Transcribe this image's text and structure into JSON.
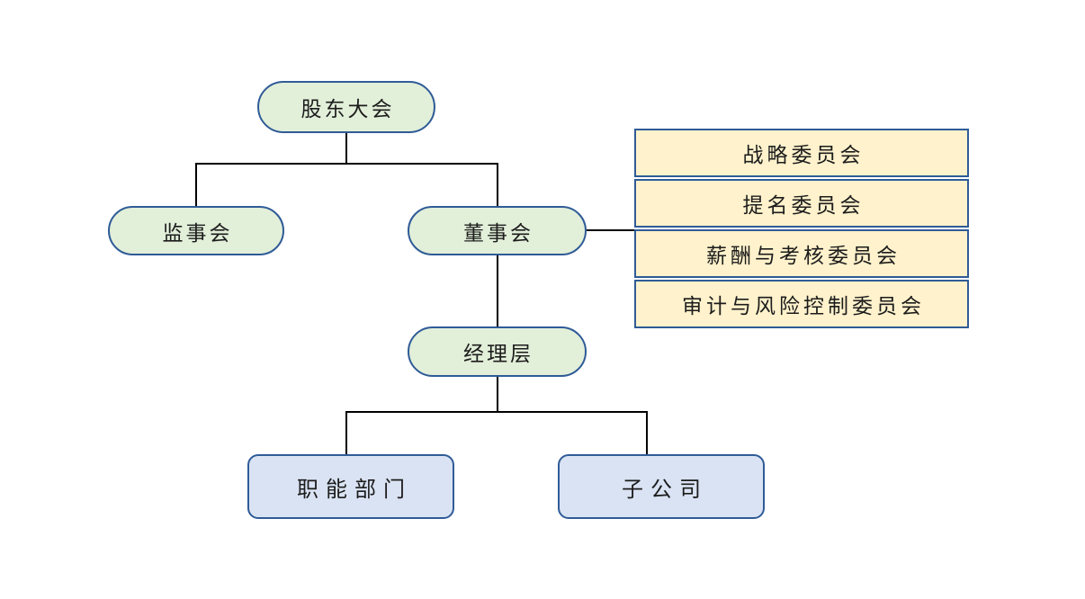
{
  "diagram": {
    "type": "org-chart",
    "nodes": {
      "shareholders_meeting": {
        "label": "股东大会",
        "shape": "pill",
        "fill": "#e2efd9"
      },
      "supervisory_board": {
        "label": "监事会",
        "shape": "pill",
        "fill": "#e2efd9"
      },
      "board_of_directors": {
        "label": "董事会",
        "shape": "pill",
        "fill": "#e2efd9"
      },
      "management_team": {
        "label": "经理层",
        "shape": "pill",
        "fill": "#e2efd9"
      },
      "functional_departments": {
        "label": "职能部门",
        "shape": "rounded-rect",
        "fill": "#dae3f3"
      },
      "subsidiaries": {
        "label": "子公司",
        "shape": "rounded-rect",
        "fill": "#dae3f3"
      }
    },
    "committees": [
      "战略委员会",
      "提名委员会",
      "薪酬与考核委员会",
      "审计与风险控制委员会"
    ],
    "edges": [
      {
        "from": "shareholders_meeting",
        "to": "supervisory_board"
      },
      {
        "from": "shareholders_meeting",
        "to": "board_of_directors"
      },
      {
        "from": "board_of_directors",
        "to": "committees"
      },
      {
        "from": "board_of_directors",
        "to": "management_team"
      },
      {
        "from": "management_team",
        "to": "functional_departments"
      },
      {
        "from": "management_team",
        "to": "subsidiaries"
      }
    ],
    "colors": {
      "pill_fill": "#e2efd9",
      "rect_fill": "#dae3f3",
      "committee_fill": "#fff2cc",
      "shape_border": "#2f5b97",
      "connector_line": "#000000",
      "background": "#ffffff"
    }
  }
}
